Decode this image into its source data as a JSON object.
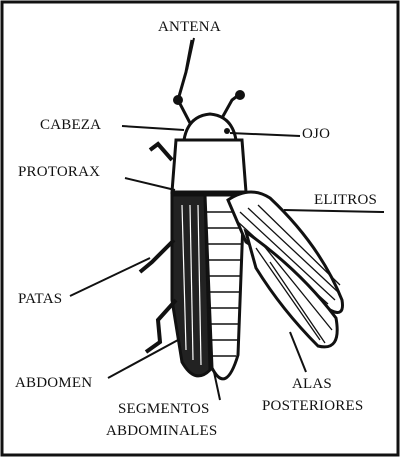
{
  "labels": {
    "antenna": "ANTENA",
    "head": "CABEZA",
    "eye": "OJO",
    "prothorax": "PROTORAX",
    "elytra": "ELITROS",
    "legs": "PATAS",
    "abdomen": "ABDOMEN",
    "segments_line1": "SEGMENTOS",
    "segments_line2": "ABDOMINALES",
    "hindwings_line1": "ALAS",
    "hindwings_line2": "POSTERIORES"
  },
  "colors": {
    "ink": "#111111",
    "background": "#ffffff"
  }
}
